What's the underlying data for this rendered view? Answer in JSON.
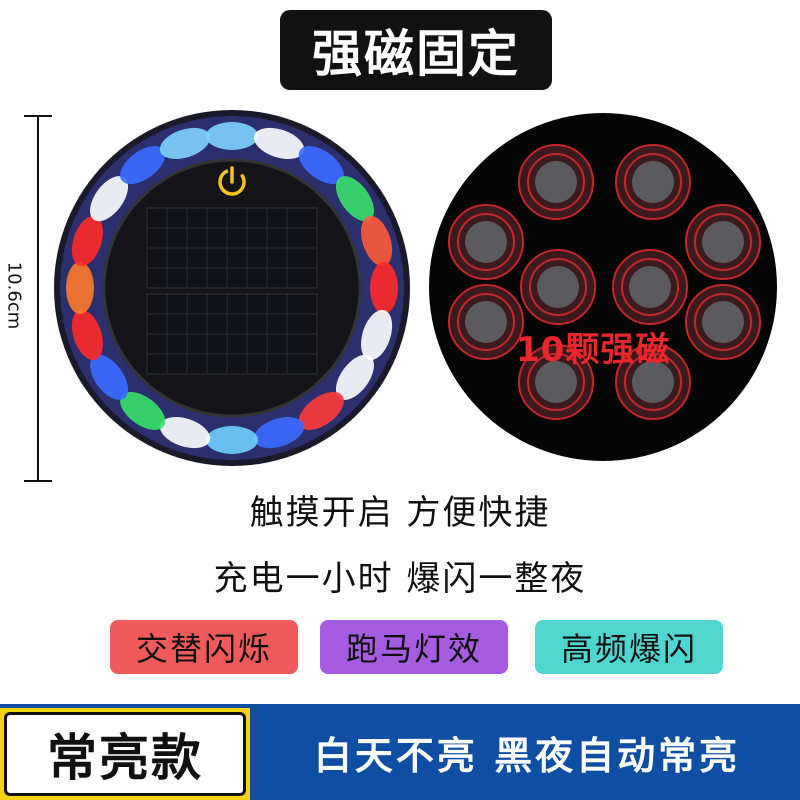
{
  "header": {
    "title": "强磁固定"
  },
  "dimension": {
    "label": "10.6cm"
  },
  "magnet": {
    "label": "10颗强磁"
  },
  "features": {
    "line1": "触摸开启  方便快捷",
    "line2": "充电一小时  爆闪一整夜"
  },
  "modes": [
    {
      "label": "交替闪烁",
      "color": "#f05a5a"
    },
    {
      "label": "跑马灯效",
      "color": "#a65ce0"
    },
    {
      "label": "高频爆闪",
      "color": "#4fd6d0"
    }
  ],
  "footer": {
    "badge": "常亮款",
    "text": "白天不亮 黑夜自动常亮"
  },
  "icons": {
    "power": "power-icon"
  }
}
